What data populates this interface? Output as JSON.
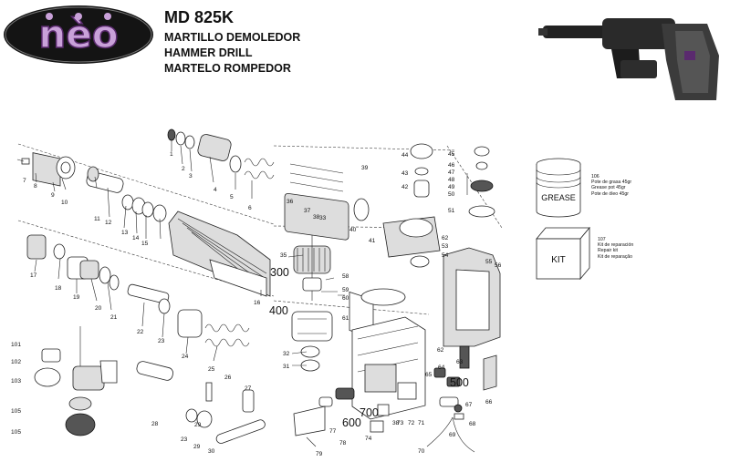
{
  "brand": {
    "logo_text": "nèo",
    "color": "#5a2a6e",
    "accent": "#c9a1d9"
  },
  "header": {
    "model": "MD 825K",
    "titles": [
      "MARTILLO DEMOLEDOR",
      "HAMMER DRILL",
      "MARTELO ROMPEDOR"
    ]
  },
  "accessories": {
    "grease": {
      "jar_text": "GREASE",
      "lines": [
        "106",
        "Pote de grasa 45gr",
        "Grease pot 45gr",
        "Pote de óleo 45gr"
      ]
    },
    "kit": {
      "box_text": "KIT",
      "lines": [
        "107",
        "Kit de reparación",
        "Repair kit",
        "Kit de reparação"
      ]
    }
  },
  "callouts": [
    "1",
    "2",
    "3",
    "4",
    "5",
    "6",
    "7",
    "8",
    "9",
    "10",
    "11",
    "12",
    "13",
    "14",
    "15",
    "16",
    "17",
    "18",
    "19",
    "20",
    "21",
    "22",
    "23",
    "24",
    "25",
    "26",
    "27",
    "28",
    "29",
    "30",
    "31",
    "32",
    "33",
    "35",
    "36",
    "37",
    "38",
    "39",
    "40",
    "41",
    "42",
    "43",
    "44",
    "45",
    "46",
    "47",
    "48",
    "49",
    "50",
    "51",
    "53",
    "54",
    "55",
    "56",
    "58",
    "59",
    "60",
    "61",
    "62",
    "63",
    "64",
    "65",
    "66",
    "67",
    "68",
    "69",
    "70",
    "71",
    "72",
    "73",
    "74",
    "77",
    "78",
    "79",
    "101",
    "102",
    "103",
    "105",
    "300",
    "400",
    "500",
    "600",
    "700"
  ],
  "colors": {
    "line": "#222222",
    "part_fill": "#ffffff",
    "shade": "#dddddd",
    "dark": "#555555"
  }
}
